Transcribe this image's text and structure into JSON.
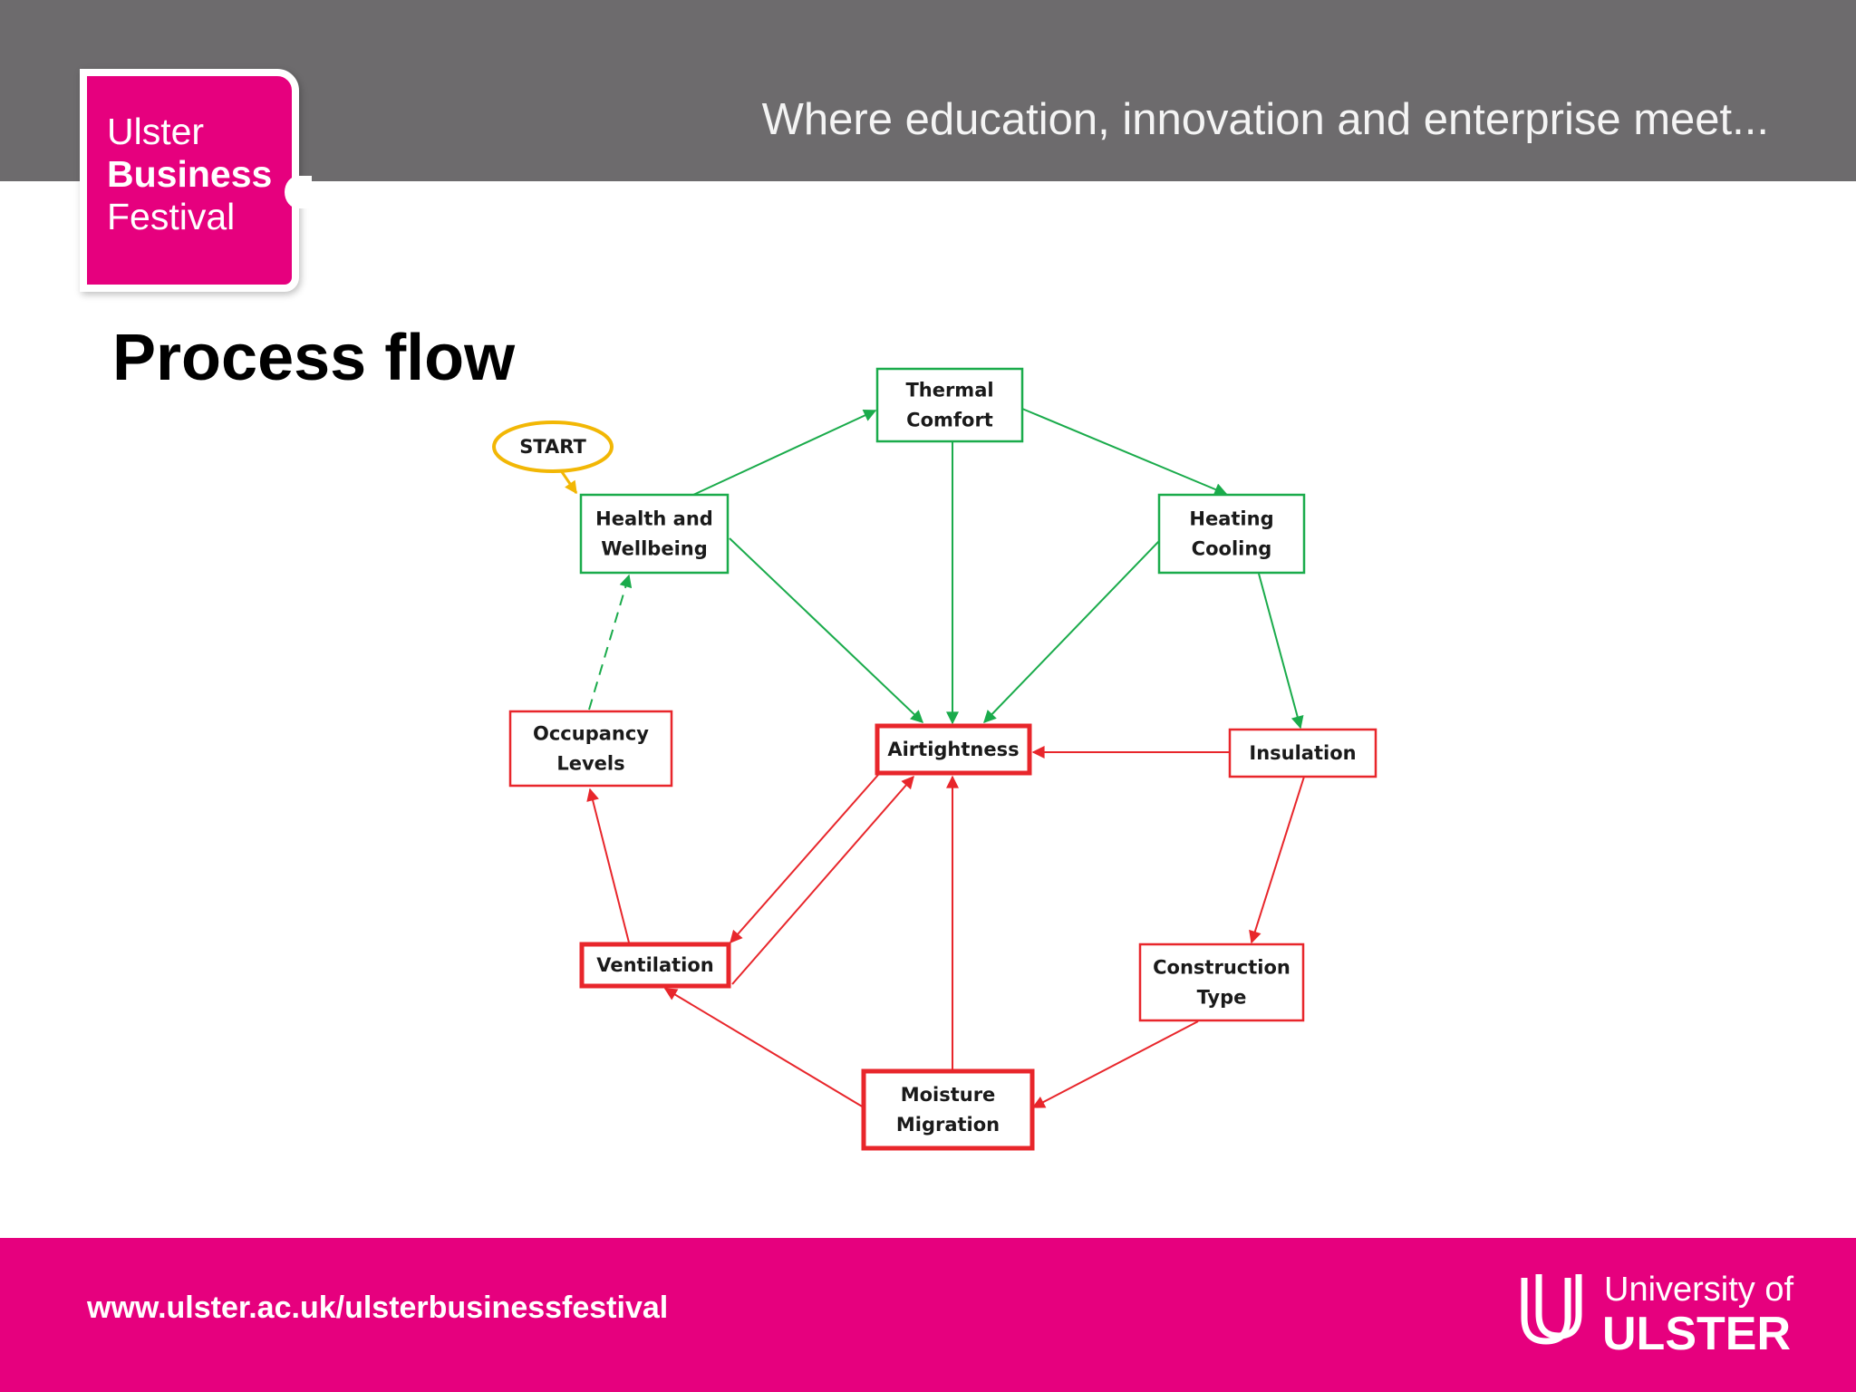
{
  "header": {
    "tagline": "Where education, innovation and enterprise meet..."
  },
  "logo": {
    "line1": "Ulster",
    "line2": "Business",
    "line3": "Festival"
  },
  "title": "Process flow",
  "diagram": {
    "nodes": {
      "start": {
        "label": [
          "START"
        ],
        "color": "#f2b705"
      },
      "health": {
        "label": [
          "Health and",
          "Wellbeing"
        ],
        "color": "#1aab4b"
      },
      "thermal": {
        "label": [
          "Thermal",
          "Comfort"
        ],
        "color": "#1aab4b"
      },
      "heating": {
        "label": [
          "Heating",
          "Cooling"
        ],
        "color": "#1aab4b"
      },
      "occupancy": {
        "label": [
          "Occupancy",
          "Levels"
        ],
        "color": "#e8262b"
      },
      "airtightness": {
        "label": [
          "Airtightness"
        ],
        "color": "#e8262b"
      },
      "insulation": {
        "label": [
          "Insulation"
        ],
        "color": "#e8262b"
      },
      "ventilation": {
        "label": [
          "Ventilation"
        ],
        "color": "#e8262b"
      },
      "construction": {
        "label": [
          "Construction",
          "Type"
        ],
        "color": "#e8262b"
      },
      "moisture": {
        "label": [
          "Moisture",
          "Migration"
        ],
        "color": "#e8262b"
      }
    },
    "edges": [
      {
        "from": "start",
        "to": "health",
        "color": "#f2b705"
      },
      {
        "from": "health",
        "to": "thermal",
        "color": "#1aab4b"
      },
      {
        "from": "thermal",
        "to": "heating",
        "color": "#1aab4b"
      },
      {
        "from": "thermal",
        "to": "airtightness",
        "color": "#1aab4b"
      },
      {
        "from": "health",
        "to": "airtightness",
        "color": "#1aab4b"
      },
      {
        "from": "heating",
        "to": "airtightness",
        "color": "#1aab4b"
      },
      {
        "from": "heating",
        "to": "insulation",
        "color": "#1aab4b"
      },
      {
        "from": "occupancy",
        "to": "health",
        "color": "#1aab4b",
        "dashed": true
      },
      {
        "from": "insulation",
        "to": "airtightness",
        "color": "#e8262b"
      },
      {
        "from": "insulation",
        "to": "construction",
        "color": "#e8262b"
      },
      {
        "from": "construction",
        "to": "moisture",
        "color": "#e8262b"
      },
      {
        "from": "moisture",
        "to": "airtightness",
        "color": "#e8262b"
      },
      {
        "from": "moisture",
        "to": "ventilation",
        "color": "#e8262b"
      },
      {
        "from": "ventilation",
        "to": "occupancy",
        "color": "#e8262b"
      },
      {
        "from": "airtightness",
        "to": "ventilation",
        "color": "#e8262b"
      },
      {
        "from": "ventilation",
        "to": "airtightness",
        "color": "#e8262b"
      }
    ]
  },
  "footer": {
    "url": "www.ulster.ac.uk/ulsterbusinessfestival",
    "university_line1": "University of",
    "university_line2": "ULSTER"
  },
  "colors": {
    "brand_pink": "#e6007e",
    "header_grey": "#6d6b6d"
  }
}
